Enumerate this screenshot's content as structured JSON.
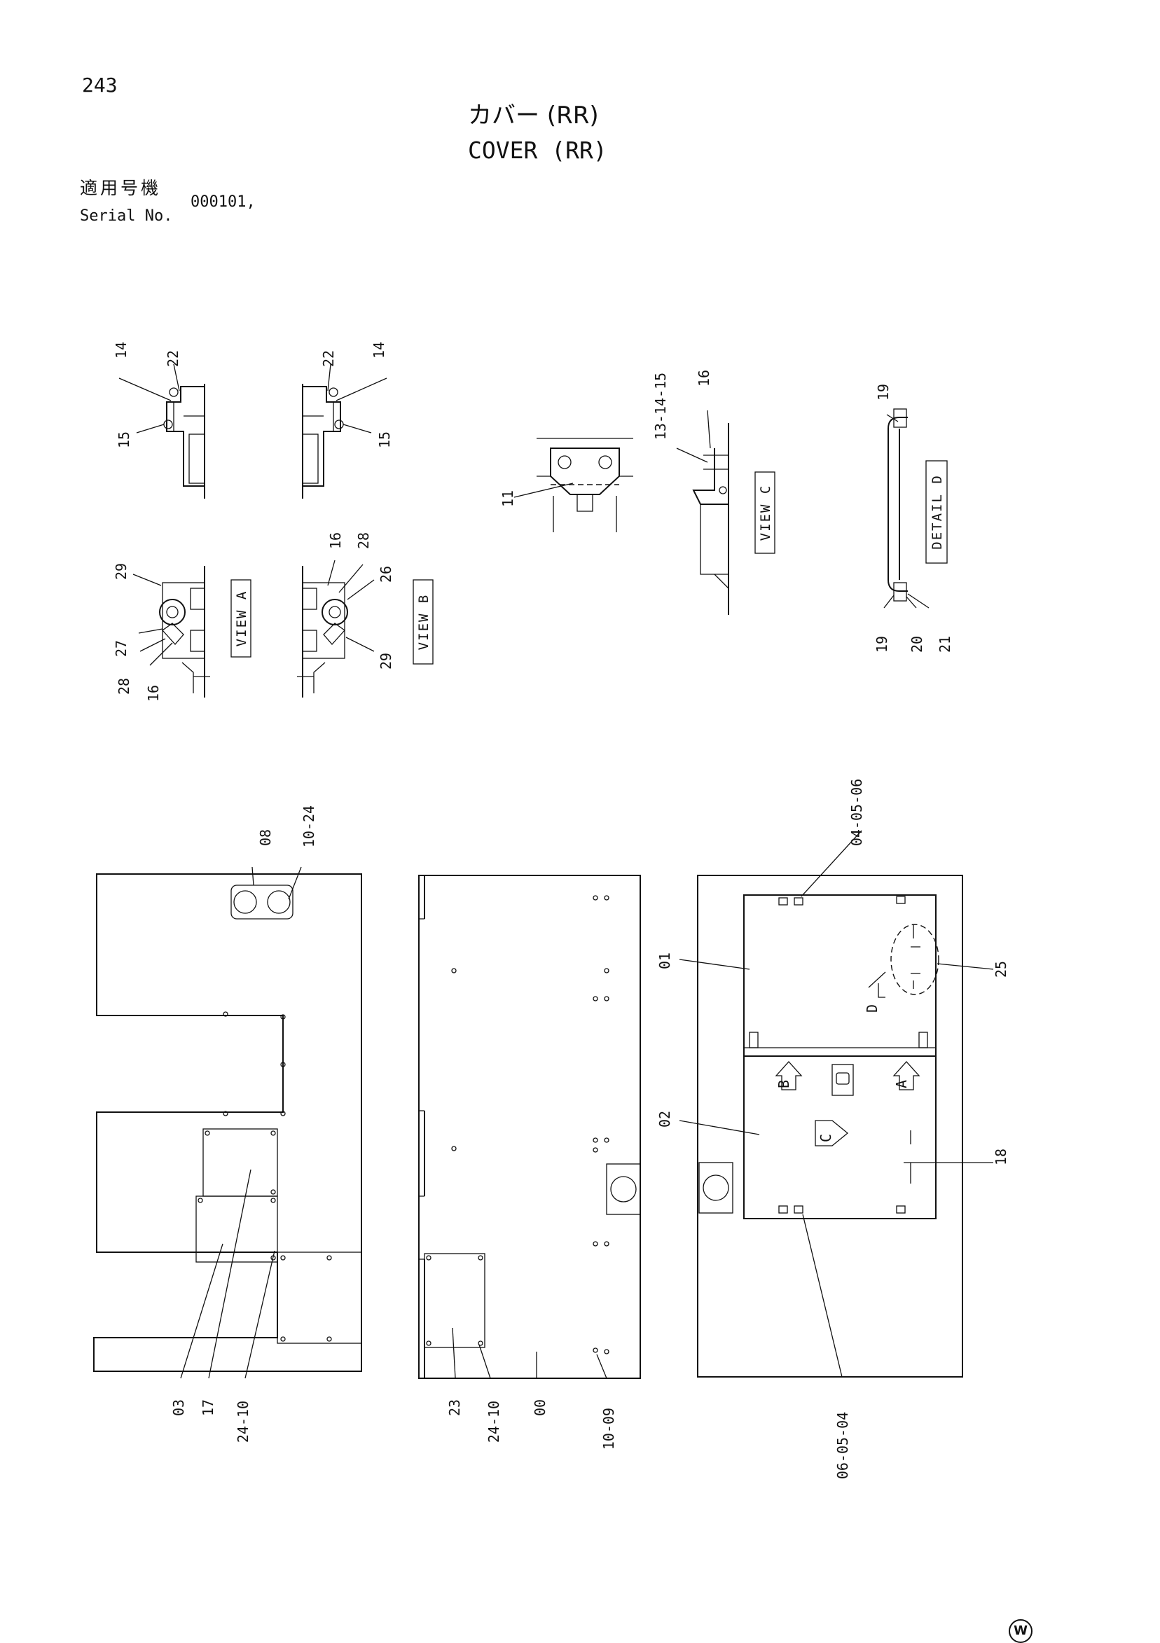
{
  "page": {
    "number": "243",
    "title_jp": "カバー (RR)",
    "title_en": "COVER (RR)",
    "serial_label_jp": "適用号機",
    "serial_label_en": "Serial No.",
    "serial_value": "000101,",
    "footer_mark": "W"
  },
  "views": {
    "view_a": "VIEW A",
    "view_b": "VIEW B",
    "view_c": "VIEW C",
    "detail_d": "DETAIL D",
    "marker_a": "A",
    "marker_b": "B",
    "marker_c": "C",
    "marker_d": "D"
  },
  "callouts": {
    "c14_a": "14",
    "c22_a": "22",
    "c15_a": "15",
    "c22_b": "22",
    "c14_b": "14",
    "c15_b": "15",
    "c29_a": "29",
    "c27": "27",
    "c28_a": "28",
    "c16_a": "16",
    "c16_b": "16",
    "c28_b": "28",
    "c26": "26",
    "c29_b": "29",
    "c11": "11",
    "c13_14_15": "13-14-15",
    "c16_c": "16",
    "c19_top": "19",
    "c19_bot": "19",
    "c20": "20",
    "c21": "21",
    "c08": "08",
    "c10_24": "10-24",
    "c03": "03",
    "c17": "17",
    "c24_10_a": "24-10",
    "c23": "23",
    "c24_10_b": "24-10",
    "c00": "00",
    "c10_09": "10-09",
    "c04_05_06": "04-05-06",
    "c01": "01",
    "c25": "25",
    "c02": "02",
    "c18": "18",
    "c06_05_04": "06-05-04"
  }
}
